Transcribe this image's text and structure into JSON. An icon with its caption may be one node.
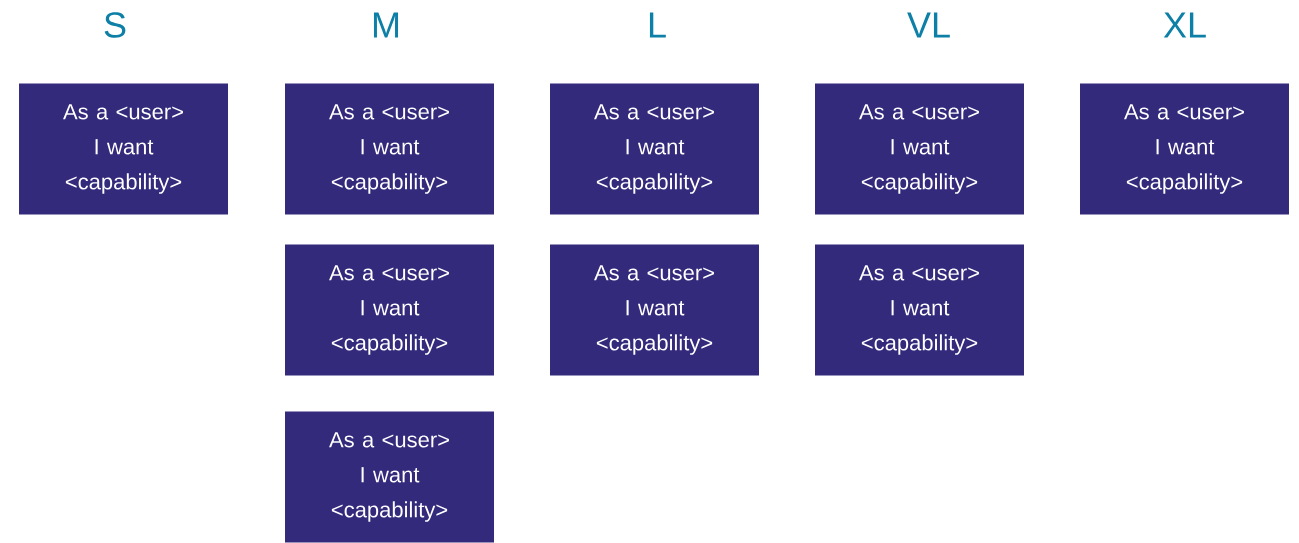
{
  "diagram": {
    "nodes": [
      {
        "text": [
          "As a <user> I want <capability>"
        ]
      },
      {
        "text": [
          "As a <user> I want <capability>"
        ]
      },
      {
        "text": [
          "As a <user> I want <capability>"
        ]
      },
      {
        "text": [
          "As a <user> I want <capability>"
        ]
      },
      {
        "text": [
          "As a <user> I want <capability>"
        ]
      },
      {
        "text": [
          "As a <user> I want <capability>"
        ]
      },
      {
        "text": [
          "As a <user> I want <capability>"
        ]
      },
      {
        "text": [
          "As a <user> I want <capability>"
        ]
      },
      {
        "text": [
          "As a <user> I want <capability>"
        ]
      }
    ],
    "labels": [
      "S",
      "M",
      "L",
      "VL",
      "XL"
    ]
  }
}
